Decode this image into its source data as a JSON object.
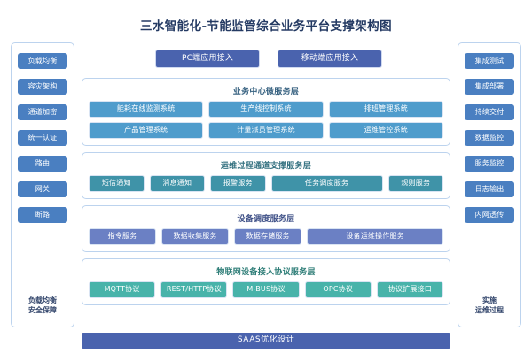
{
  "title": "三水智能化-节能监管综合业务平台支撑架构图",
  "access_buttons": [
    {
      "name": "pc",
      "label": "PC端应用接入"
    },
    {
      "name": "mobile",
      "label": "移动端应用接入"
    }
  ],
  "left_column": {
    "items": [
      {
        "label": "负载均衡"
      },
      {
        "label": "容灾架构"
      },
      {
        "label": "通道加密"
      },
      {
        "label": "统一认证"
      },
      {
        "label": "路由"
      },
      {
        "label": "网关"
      },
      {
        "label": "断路"
      }
    ],
    "caption_line1": "负载均衡",
    "caption_line2": "安全保障"
  },
  "right_column": {
    "items": [
      {
        "label": "集成测试"
      },
      {
        "label": "集成部署"
      },
      {
        "label": "持续交付"
      },
      {
        "label": "数据监控"
      },
      {
        "label": "服务监控"
      },
      {
        "label": "日志输出"
      },
      {
        "label": "内网透传"
      }
    ],
    "caption_line1": "实施",
    "caption_line2": "运维过程"
  },
  "layers": [
    {
      "key": "business",
      "title": "业务中心微服务层",
      "theme": "theme-a",
      "rows": [
        [
          "能耗在线监测系统",
          "生产线控制系统",
          "排班管理系统"
        ],
        [
          "产品管理系统",
          "计量派员管理系统",
          "运维管控系统"
        ]
      ]
    },
    {
      "key": "ops-channel",
      "title": "运维过程通道支撑服务层",
      "theme": "theme-b",
      "rows": [
        [
          "短信通知",
          "消息通知",
          "报警服务",
          "任务调度服务",
          "规则服务"
        ]
      ]
    },
    {
      "key": "device-dispatch",
      "title": "设备调度服务层",
      "theme": "theme-c",
      "rows": [
        [
          "指令服务",
          "数据收集服务",
          "数据存储服务",
          "设备运维操作服务"
        ]
      ]
    },
    {
      "key": "iot-protocol",
      "title": "物联网设备接入协议服务层",
      "theme": "theme-d",
      "rows": [
        [
          "MQTT协议",
          "REST/HTTP协议",
          "M-BUS协议",
          "OPC协议",
          "协议扩展接口"
        ]
      ]
    }
  ],
  "footer": {
    "label": "SAAS优化设计"
  },
  "colors": {
    "title_text": "#243a63",
    "access_button": "#4a63ae",
    "side_tile": "#4a7fc1",
    "layer_business": "#4f9ccc",
    "layer_ops_channel": "#3f93a8",
    "layer_device_dispatch": "#6b80c4",
    "layer_iot_protocol": "#48b3aa",
    "panel_border": "#bcd3ee",
    "footer_bar": "#4a63ae"
  }
}
